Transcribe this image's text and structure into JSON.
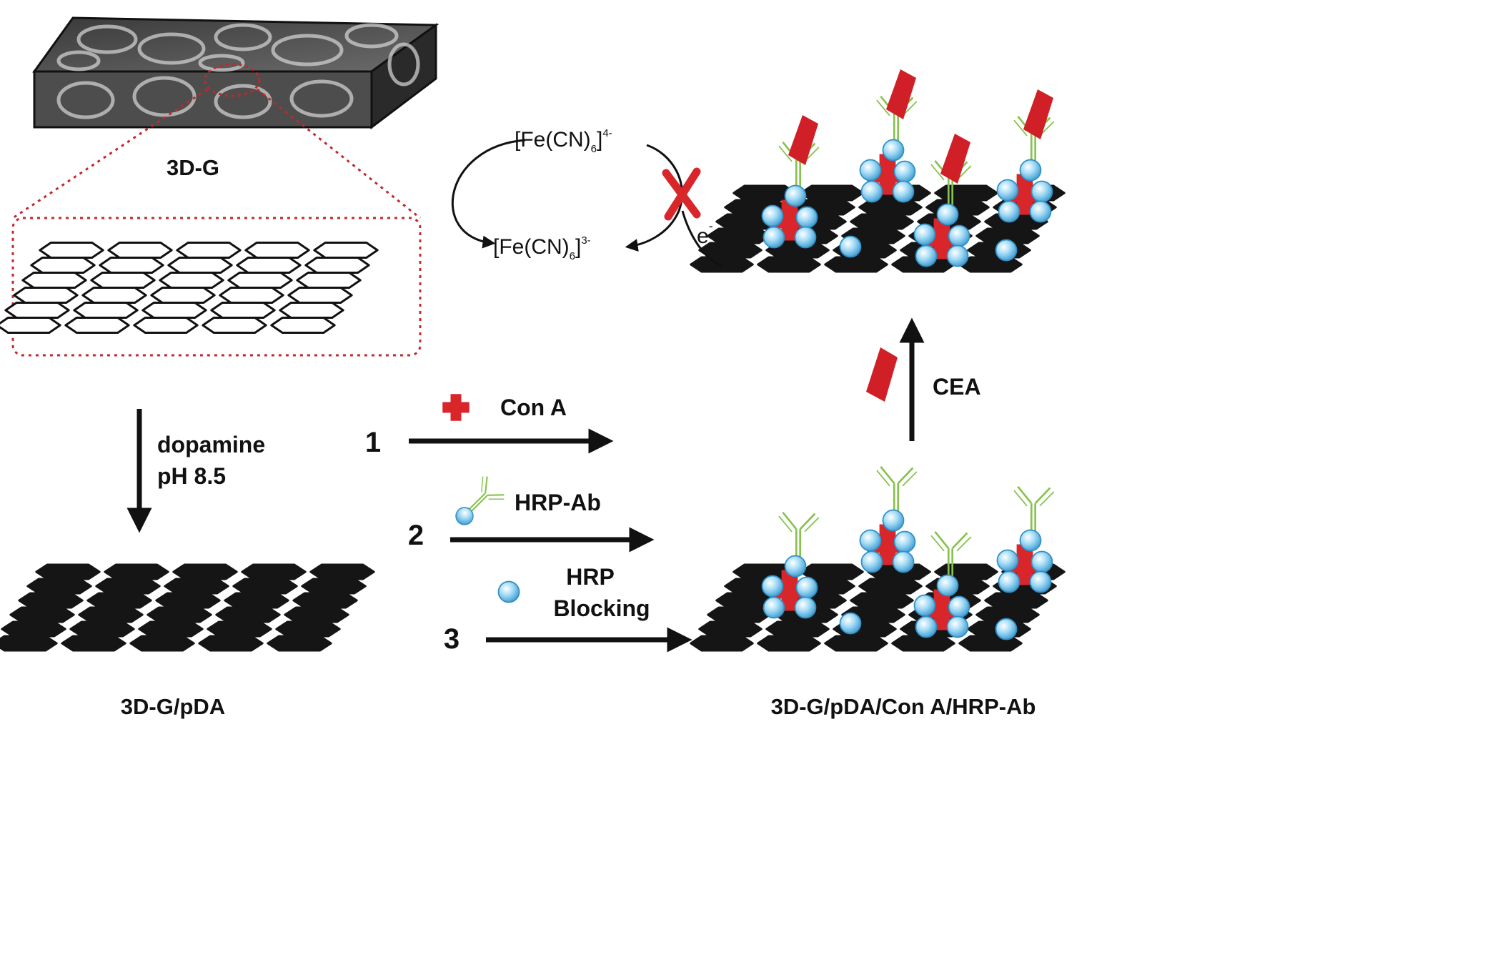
{
  "colors": {
    "sheet": "#151515",
    "outline": "#111111",
    "conA": "#d8262b",
    "hrp": "#8fd0f2",
    "hrp_edge": "#2f8fc6",
    "antibody": "#86c34d",
    "cea": "#d01f26",
    "dotted": "#c0282e"
  },
  "labels": {
    "foam": "3D-G",
    "pda": "3D-G/pDA",
    "final": "3D-G/pDA/Con A/HRP-Ab",
    "dopamine": "dopamine",
    "ph": "pH 8.5",
    "step1": "1",
    "step2": "2",
    "step3": "3",
    "conA": "Con A",
    "hrpAb": "HRP-Ab",
    "hrp": "HRP",
    "blocking": "Blocking",
    "cea": "CEA",
    "electron": "e",
    "electron_sup": "-"
  },
  "redox": {
    "prefix": "[Fe(CN)",
    "subscript": "6",
    "top_charge": "4-",
    "bottom_charge": "3-"
  },
  "icons": [
    "graphene-foam-block-icon",
    "con-a-cross-icon",
    "hrp-ab-antibody-icon",
    "hrp-bead-icon",
    "cea-diamond-icon",
    "blocked-x-icon"
  ]
}
